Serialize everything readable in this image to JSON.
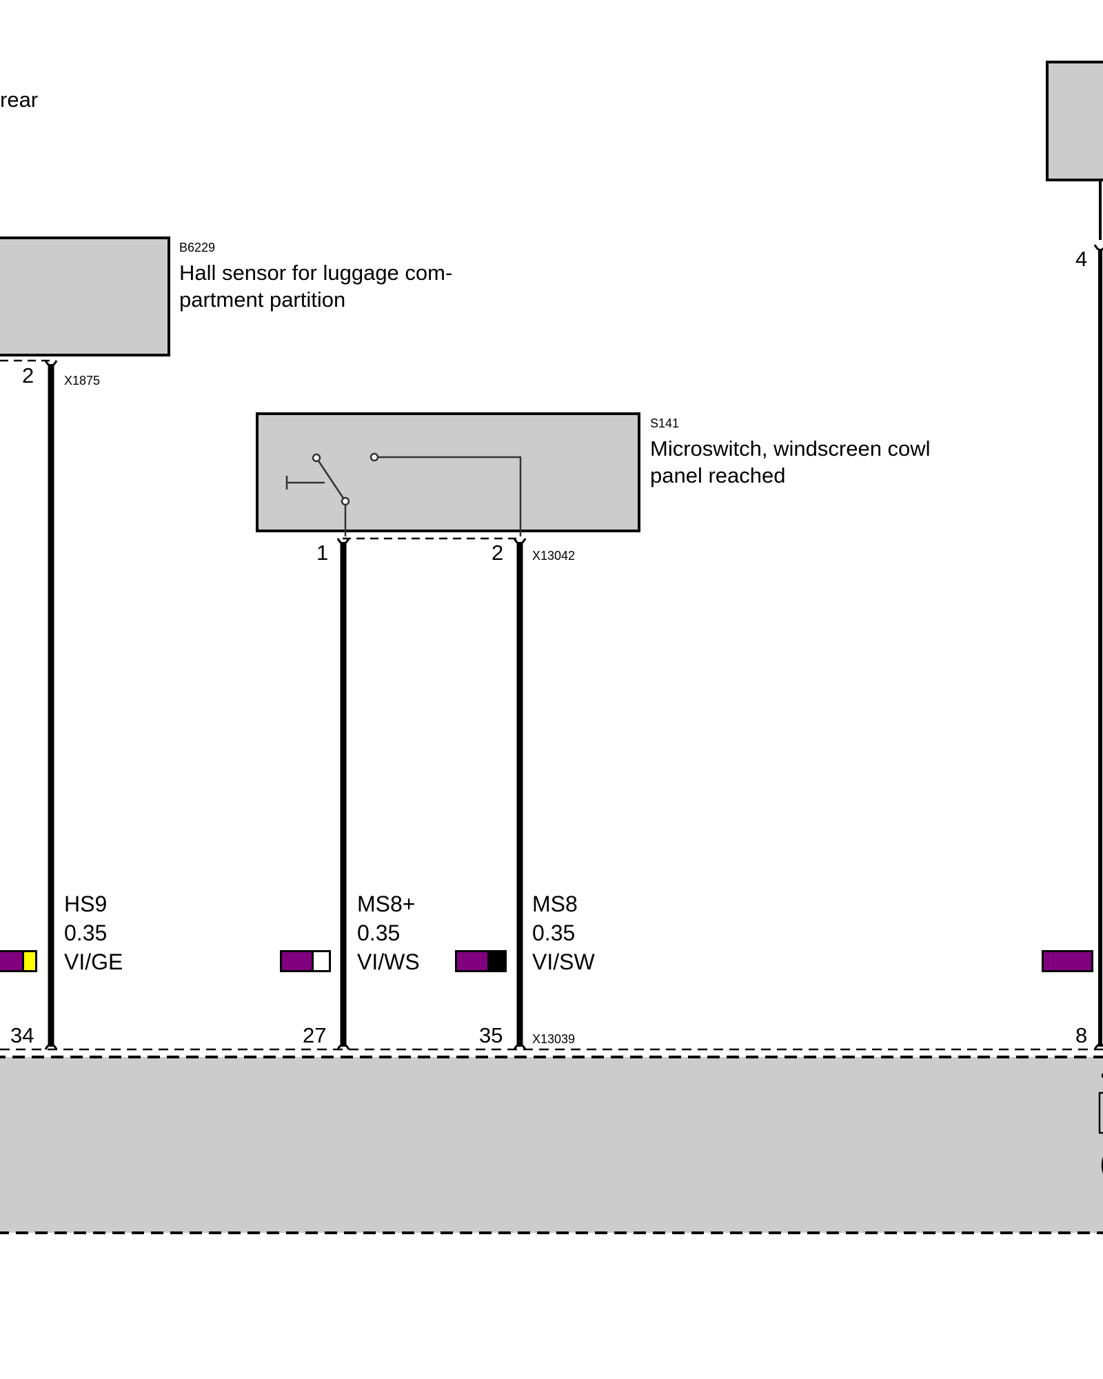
{
  "header": {
    "partial_label": "rear"
  },
  "components": {
    "b6229": {
      "code": "B6229",
      "name_line1": "Hall sensor for luggage com-",
      "name_line2": "partment partition"
    },
    "s141": {
      "code": "S141",
      "name_line1": "Microswitch, windscreen cowl",
      "name_line2": "panel reached"
    }
  },
  "connectors": {
    "x1875": "X1875",
    "x13042": "X13042",
    "x13039": "X13039"
  },
  "pins": {
    "b6229_pin": "2",
    "s141_pin1": "1",
    "s141_pin2": "2",
    "right_top_pin": "4",
    "bottom_pin_34": "34",
    "bottom_pin_27": "27",
    "bottom_pin_35": "35",
    "bottom_pin_8": "8"
  },
  "wires": [
    {
      "signal": "HS9",
      "gauge": "0.35",
      "color_code": "VI/GE",
      "colors": [
        "#800080",
        "#ffff00"
      ]
    },
    {
      "signal": "MS8+",
      "gauge": "0.35",
      "color_code": "VI/WS",
      "colors": [
        "#800080",
        "#ffffff"
      ]
    },
    {
      "signal": "MS8",
      "gauge": "0.35",
      "color_code": "VI/SW",
      "colors": [
        "#800080",
        "#000000"
      ]
    },
    {
      "colors": [
        "#800080"
      ]
    }
  ],
  "palette": {
    "component_fill": "#cccccc",
    "wire": "#000000",
    "violet": "#800080"
  }
}
